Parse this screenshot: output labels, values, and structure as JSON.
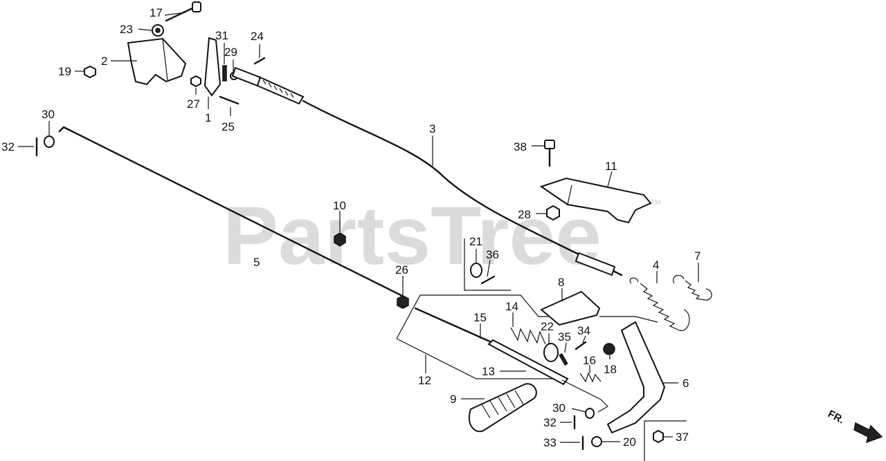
{
  "watermark": {
    "text": "PartsTree",
    "trademark": "TM"
  },
  "direction": {
    "text": "FR."
  },
  "callouts": {
    "c17": "17",
    "c23": "23",
    "c2": "2",
    "c19": "19",
    "c31": "31",
    "c29": "29",
    "c24": "24",
    "c27": "27",
    "c1": "1",
    "c25": "25",
    "c30a": "30",
    "c32a": "32",
    "c3": "3",
    "c38": "38",
    "c11": "11",
    "c28": "28",
    "c10": "10",
    "c5": "5",
    "c21": "21",
    "c36": "36",
    "c26": "26",
    "c4": "4",
    "c7": "7",
    "c8": "8",
    "c14": "14",
    "c15": "15",
    "c22": "22",
    "c34": "34",
    "c35": "35",
    "c16": "16",
    "c18": "18",
    "c12": "12",
    "c13": "13",
    "c6": "6",
    "c9": "9",
    "c30b": "30",
    "c32b": "32",
    "c33": "33",
    "c20": "20",
    "c37": "37"
  }
}
